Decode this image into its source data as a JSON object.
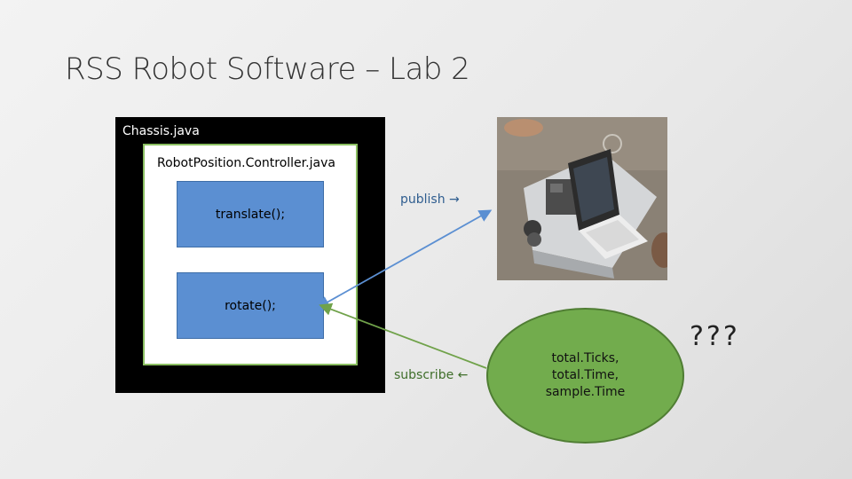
{
  "slide": {
    "title": "RSS Robot Software – Lab 2"
  },
  "chassis": {
    "label": "Chassis.java",
    "controller": {
      "label": "RobotPosition.Controller.java",
      "methods": {
        "translate": "translate();",
        "rotate": "rotate();"
      }
    }
  },
  "connections": {
    "publish": "publish →",
    "subscribe": "subscribe ←"
  },
  "sensor_node": {
    "lines": [
      "total.Ticks,",
      "total.Time,",
      "sample.Time"
    ]
  },
  "unknown_label": "???",
  "colors": {
    "method_fill": "#5b8fd2",
    "controller_border": "#8bbf62",
    "node_fill": "#72ac4d",
    "publish_arrow": "#5b8fd2",
    "subscribe_arrow": "#70a24a"
  }
}
